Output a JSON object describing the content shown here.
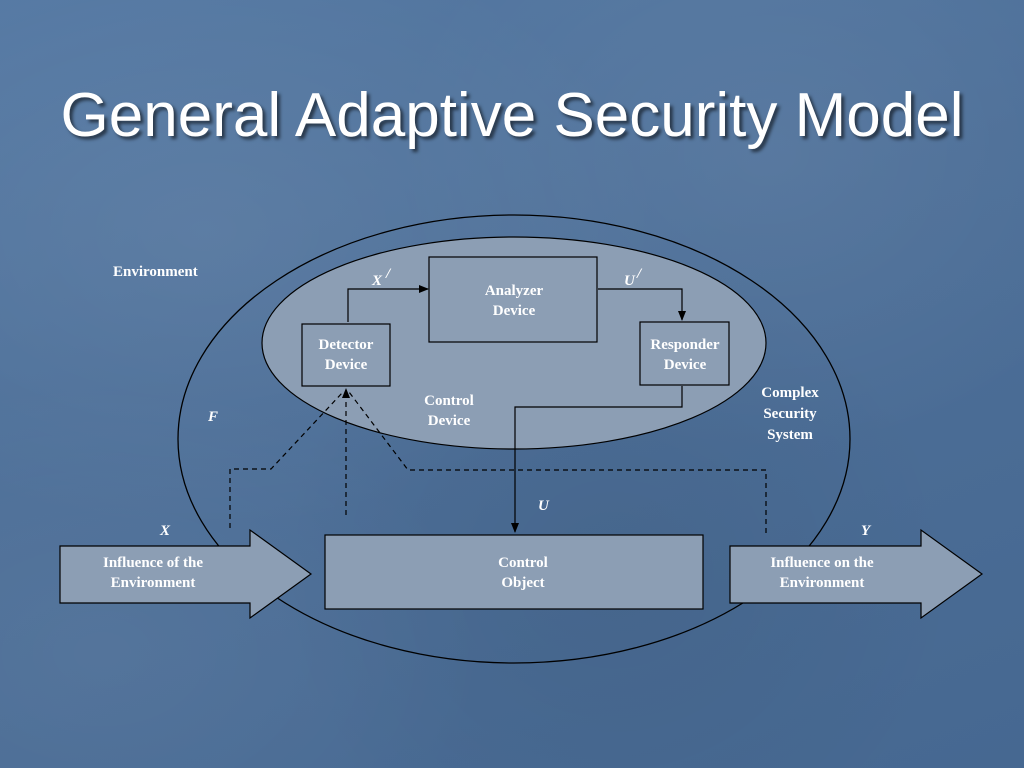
{
  "title": "General Adaptive Security Model",
  "diagram": {
    "environment_label": "Environment",
    "system_label": [
      "Complex",
      "Security",
      "System"
    ],
    "control_device_label": [
      "Control",
      "Device"
    ],
    "analyzer": [
      "Analyzer",
      "Device"
    ],
    "detector": [
      "Detector",
      "Device"
    ],
    "responder": [
      "Responder",
      "Device"
    ],
    "control_object": [
      "Control",
      "Object"
    ],
    "influence_in": [
      "Influence of the",
      "Environment"
    ],
    "influence_out": [
      "Influence on the",
      "Environment"
    ],
    "var_x_prime": "X",
    "var_u_prime": "U",
    "prime": "/",
    "var_f": "F",
    "var_u": "U",
    "var_x": "X",
    "var_y": "Y"
  },
  "colors": {
    "background": "#4d6f98",
    "box_fill": "#8c9eb4",
    "inner_ellipse_fill": "#8c9eb4",
    "line": "#000000",
    "text": "#ffffff"
  }
}
